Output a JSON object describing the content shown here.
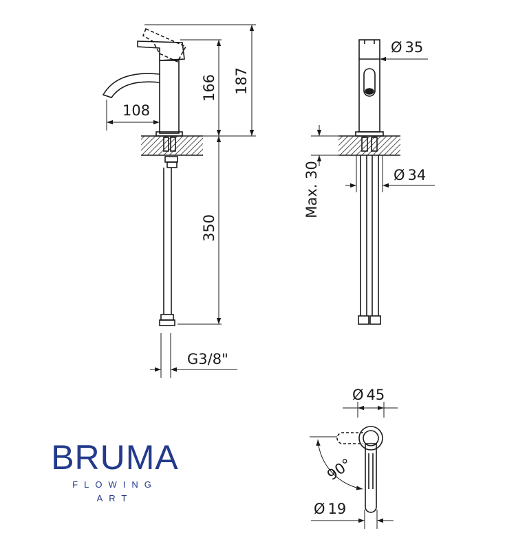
{
  "colors": {
    "line": "#1a1a1a",
    "brand": "#233a8c",
    "hatch": "#555555"
  },
  "brand": {
    "name": "BRUMA",
    "tagline_1": "FLOWING",
    "tagline_2": "ART"
  },
  "dimensions": {
    "spout_reach": "108",
    "spout_height": "166",
    "total_height": "187",
    "hose_length": "350",
    "thread": "G3/8\"",
    "max_thickness": "Max. 30",
    "body_diameter": "35",
    "hole_diameter": "34",
    "top_diameter": "45",
    "lever_diameter": "19",
    "lever_angle": "90°"
  },
  "symbols": {
    "diameter": "Ø"
  }
}
